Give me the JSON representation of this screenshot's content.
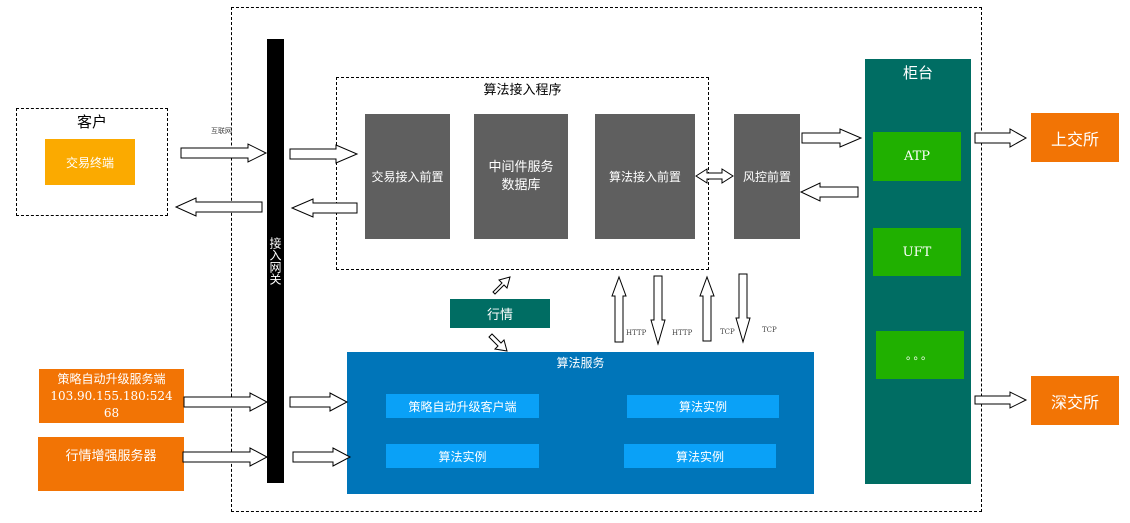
{
  "customer": {
    "title": "客户",
    "terminal": "交易终端",
    "internet_label": "互联网"
  },
  "gateway": {
    "label": "接入网关"
  },
  "algo_access_program": {
    "title": "算法接入程序",
    "modules": [
      {
        "label": "交易接入前置"
      },
      {
        "label": "中间件服务\n数据库"
      },
      {
        "label": "算法接入前置"
      }
    ]
  },
  "risk_front": {
    "label": "风控前置"
  },
  "counter": {
    "title": "柜台",
    "systems": [
      {
        "label": "ATP"
      },
      {
        "label": "UFT"
      },
      {
        "label": "。。。"
      }
    ]
  },
  "exchanges": [
    {
      "label": "上交所"
    },
    {
      "label": "深交所"
    }
  ],
  "market_data": {
    "label": "行情"
  },
  "protocols": [
    "HTTP",
    "HTTP",
    "TCP",
    "TCP"
  ],
  "algo_service": {
    "title": "算法服务",
    "items": [
      {
        "label": "策略自动升级客户端"
      },
      {
        "label": "算法实例"
      },
      {
        "label": "算法实例"
      },
      {
        "label": "算法实例"
      }
    ]
  },
  "external_servers": [
    {
      "label": "策略自动升级服务端\n103.90.155.180:524\n68"
    },
    {
      "label": "行情增强服务器"
    }
  ],
  "colors": {
    "grey_module": "#5f5f5f",
    "orange": "#f27405",
    "teal": "#006d63",
    "green": "#20b000",
    "service_blue": "#0075b9",
    "item_blue": "#0aa1f7",
    "terminal_yellow": "#fbaa00"
  }
}
